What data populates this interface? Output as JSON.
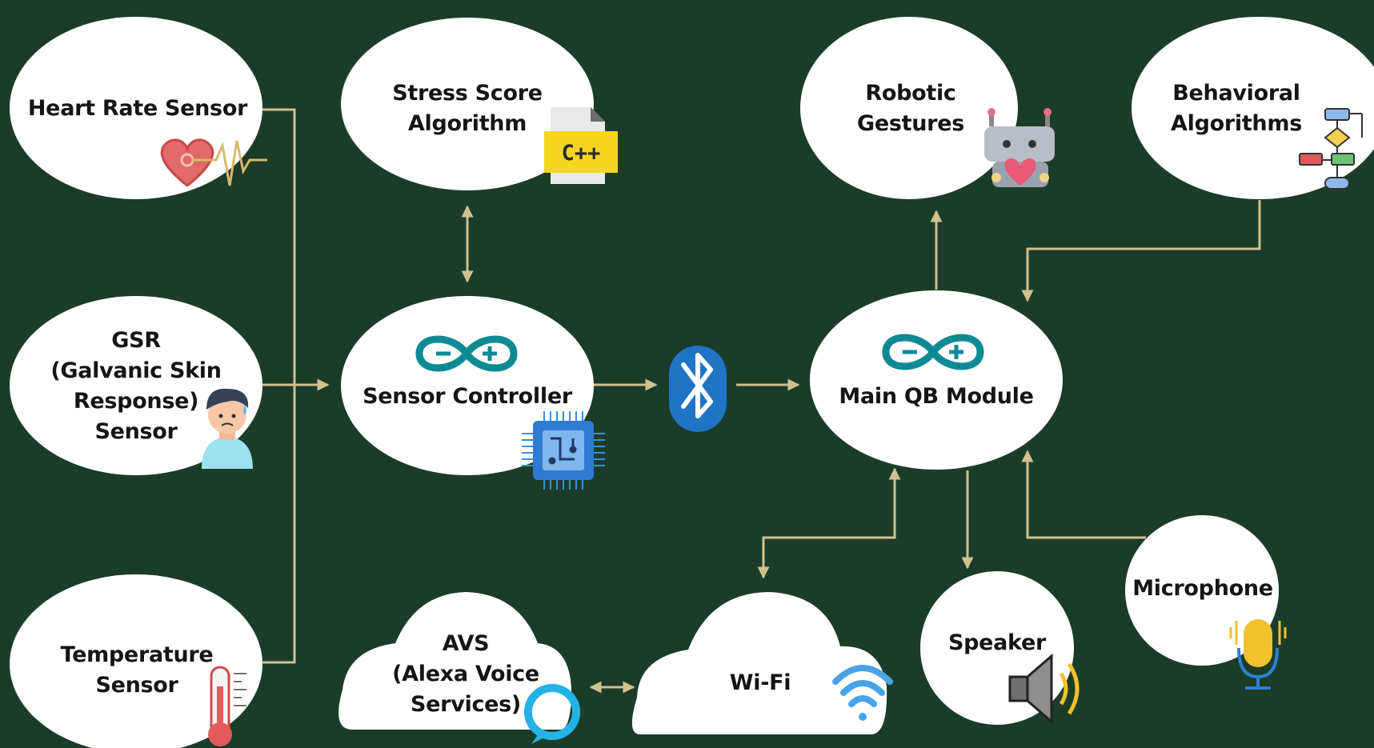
{
  "nodes": {
    "heart_rate": {
      "lines": [
        "Heart Rate Sensor"
      ]
    },
    "gsr": {
      "lines": [
        "GSR",
        "(Galvanic Skin",
        "Response)",
        "Sensor"
      ]
    },
    "temperature": {
      "lines": [
        "Temperature",
        "Sensor"
      ]
    },
    "stress_score": {
      "lines": [
        "Stress Score",
        "Algorithm"
      ]
    },
    "sensor_controller": {
      "lines": [
        "Sensor Controller"
      ]
    },
    "main_qb": {
      "lines": [
        "Main QB Module"
      ]
    },
    "robotic_gestures": {
      "lines": [
        "Robotic",
        "Gestures"
      ]
    },
    "behavioral": {
      "lines": [
        "Behavioral",
        "Algorithms"
      ]
    },
    "microphone": {
      "lines": [
        "Microphone"
      ]
    },
    "speaker": {
      "lines": [
        "Speaker"
      ]
    },
    "wifi": {
      "lines": [
        "Wi-Fi"
      ]
    },
    "avs": {
      "lines": [
        "AVS",
        "(Alexa Voice",
        "Services)"
      ]
    }
  },
  "icons": {
    "cpp_label": "C++",
    "names": [
      "heart-pulse-icon",
      "stressed-person-icon",
      "thermometer-icon",
      "cpp-file-icon",
      "arduino-icon",
      "chip-icon",
      "bluetooth-icon",
      "robot-icon",
      "flowchart-icon",
      "microphone-icon",
      "speaker-icon",
      "wifi-icon",
      "alexa-icon"
    ]
  },
  "colors": {
    "background": "#1b3c29",
    "connector": "#cfc08e",
    "node_fill": "#ffffff",
    "arduino": "#0e8a94",
    "bluetooth": "#1f74c6",
    "alexa": "#24b3e6",
    "cpp": "#f6d51f"
  }
}
